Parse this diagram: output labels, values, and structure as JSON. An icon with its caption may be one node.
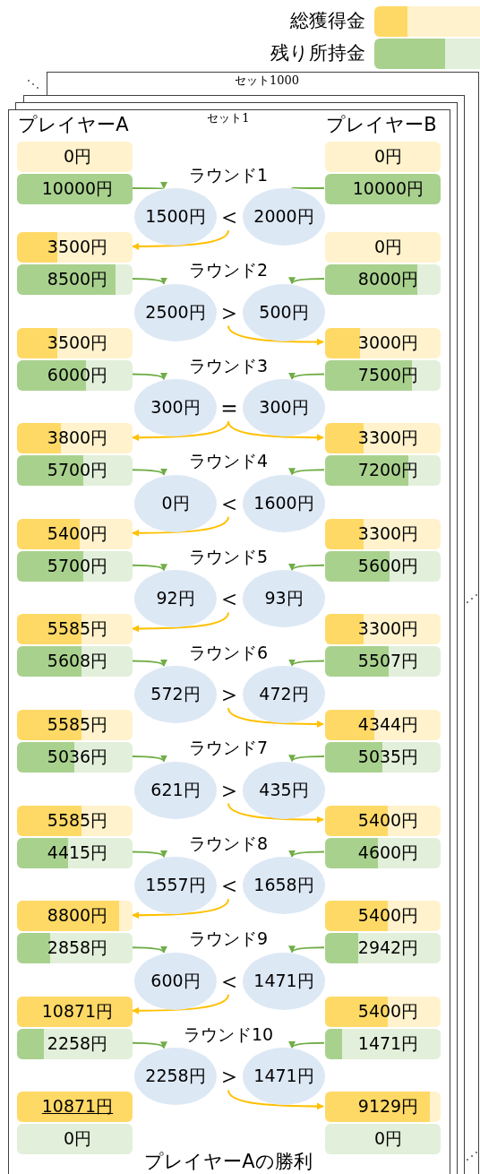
{
  "diagram": {
    "nodes": [
      {
        "text": [
          "セット1000"
        ]
      },
      {
        "text": [],
        "shape": "box"
      },
      {
        "text": [],
        "shape": "box"
      },
      {
        "text": [
          "セット1"
        ]
      },
      {
        "text": [
          "0円"
        ],
        "in": 3
      },
      {
        "text": [
          "0円"
        ],
        "in": 3
      },
      {
        "text": [
          "10000円"
        ],
        "in": 3
      },
      {
        "text": [
          "10000円"
        ],
        "in": 3
      },
      {
        "text": [
          "1500円"
        ],
        "in": 3
      },
      {
        "text": [
          "＜"
        ],
        "in": 3
      },
      {
        "text": [
          "2000円"
        ],
        "in": 3
      },
      {
        "text": [
          "3500円"
        ],
        "in": 3
      },
      {
        "text": [
          "0円"
        ],
        "in": 3
      },
      {
        "text": [
          "8500円"
        ],
        "in": 3
      },
      {
        "text": [
          "8000円"
        ],
        "in": 3
      },
      {
        "text": [
          "2500円"
        ],
        "in": 3
      },
      {
        "text": [
          "＞"
        ],
        "in": 3
      },
      {
        "text": [
          "500円"
        ],
        "in": 3
      },
      {
        "text": [
          "3500円"
        ],
        "in": 3
      },
      {
        "text": [
          "3000円"
        ],
        "in": 3
      },
      {
        "text": [
          "6000円"
        ],
        "in": 3
      },
      {
        "text": [
          "7500円"
        ],
        "in": 3
      },
      {
        "text": [
          "300円"
        ],
        "in": 3
      },
      {
        "text": [
          "＝"
        ],
        "in": 3
      },
      {
        "text": [
          "300円"
        ],
        "in": 3
      },
      {
        "text": [
          "3800円"
        ],
        "in": 3
      },
      {
        "text": [
          "3300円"
        ],
        "in": 3
      },
      {
        "text": [
          "5700円"
        ],
        "in": 3
      },
      {
        "text": [
          "7200円"
        ],
        "in": 3
      },
      {
        "text": [
          "0円"
        ],
        "in": 3
      },
      {
        "text": [
          "＜"
        ],
        "in": 3
      },
      {
        "text": [
          "1600円"
        ],
        "in": 3
      },
      {
        "text": [
          "5400円"
        ],
        "in": 3
      },
      {
        "text": [
          "3300円"
        ],
        "in": 3
      },
      {
        "text": [
          "5700円"
        ],
        "in": 3
      },
      {
        "text": [
          "5600円"
        ],
        "in": 3
      },
      {
        "text": [
          "92円"
        ],
        "in": 3
      },
      {
        "text": [
          "＜"
        ],
        "in": 3
      },
      {
        "text": [
          "93円"
        ],
        "in": 3
      },
      {
        "text": [
          "5585円"
        ],
        "in": 3
      },
      {
        "text": [
          "3300円"
        ],
        "in": 3
      },
      {
        "text": [
          "5608円"
        ],
        "in": 3
      },
      {
        "text": [
          "5507円"
        ],
        "in": 3
      },
      {
        "text": [
          "572円"
        ],
        "in": 3
      },
      {
        "text": [
          "＞"
        ],
        "in": 3
      },
      {
        "text": [
          "472円"
        ],
        "in": 3
      },
      {
        "text": [
          "5585円"
        ],
        "in": 3
      },
      {
        "text": [
          "4344円"
        ],
        "in": 3
      },
      {
        "text": [
          "5036円"
        ],
        "in": 3
      },
      {
        "text": [
          "5035円"
        ],
        "in": 3
      },
      {
        "text": [
          "621円"
        ],
        "in": 3
      },
      {
        "text": [
          "＞"
        ],
        "in": 3
      },
      {
        "text": [
          "435円"
        ],
        "in": 3
      },
      {
        "text": [
          "5585円"
        ],
        "in": 3
      },
      {
        "text": [
          "5400円"
        ],
        "in": 3
      },
      {
        "text": [
          "4415円"
        ],
        "in": 3
      },
      {
        "text": [
          "4600円"
        ],
        "in": 3
      },
      {
        "text": [
          "1557円"
        ],
        "in": 3
      },
      {
        "text": [
          "＜"
        ],
        "in": 3
      },
      {
        "text": [
          "1658円"
        ],
        "in": 3
      },
      {
        "text": [
          "8800円"
        ],
        "in": 3
      },
      {
        "text": [
          "5400円"
        ],
        "in": 3
      },
      {
        "text": [
          "2858円"
        ],
        "in": 3
      },
      {
        "text": [
          "2942円"
        ],
        "in": 3
      },
      {
        "text": [
          "600円"
        ],
        "in": 3
      },
      {
        "text": [
          "＜"
        ],
        "in": 3
      },
      {
        "text": [
          "1471円"
        ],
        "in": 3
      },
      {
        "text": [
          "10871円"
        ],
        "in": 3
      },
      {
        "text": [
          "5400円"
        ],
        "in": 3
      },
      {
        "text": [
          "2258円"
        ],
        "in": 3
      },
      {
        "text": [
          "1471円"
        ],
        "in": 3
      },
      {
        "text": [
          "2258円"
        ],
        "in": 3
      },
      {
        "text": [
          "＞"
        ],
        "in": 3
      },
      {
        "text": [
          "1471円"
        ],
        "in": 3
      },
      {
        "text": [
          "10871円"
        ],
        "in": 3
      },
      {
        "text": [
          "9129円"
        ],
        "in": 3
      },
      {
        "text": [
          "0円"
        ],
        "in": 3
      },
      {
        "text": [
          "0円"
        ],
        "in": 3
      }
    ],
    "edges": [
      {
        "from": 6,
        "to": 8,
        "arrow": "to"
      },
      {
        "from": 7,
        "to": 10,
        "arrow": "to"
      },
      {
        "from": 9,
        "to": 11,
        "arrow": "to",
        "color": "#ffc000"
      },
      {
        "from": 13,
        "to": 15,
        "arrow": "to"
      },
      {
        "from": 14,
        "to": 17,
        "arrow": "to"
      },
      {
        "from": 16,
        "to": 19,
        "arrow": "to",
        "color": "#ffc000"
      },
      {
        "from": 20,
        "to": 22,
        "arrow": "to"
      },
      {
        "from": 21,
        "to": 24,
        "arrow": "to"
      },
      {
        "from": 23,
        "to": 25,
        "arrow": "to",
        "color": "#ffc000"
      },
      {
        "from": 23,
        "to": 26,
        "arrow": "to",
        "color": "#ffc000"
      },
      {
        "from": 27,
        "to": 29,
        "arrow": "to"
      },
      {
        "from": 28,
        "to": 31,
        "arrow": "to"
      },
      {
        "from": 30,
        "to": 32,
        "arrow": "to",
        "color": "#ffc000"
      },
      {
        "from": 34,
        "to": 36,
        "arrow": "to"
      },
      {
        "from": 35,
        "to": 38,
        "arrow": "to"
      },
      {
        "from": 37,
        "to": 39,
        "arrow": "to",
        "color": "#ffc000"
      },
      {
        "from": 41,
        "to": 43,
        "arrow": "to"
      },
      {
        "from": 42,
        "to": 45,
        "arrow": "to"
      },
      {
        "from": 44,
        "to": 47,
        "arrow": "to",
        "color": "#ffc000"
      },
      {
        "from": 48,
        "to": 50,
        "arrow": "to"
      },
      {
        "from": 49,
        "to": 52,
        "arrow": "to"
      },
      {
        "from": 51,
        "to": 54,
        "arrow": "to",
        "color": "#ffc000"
      },
      {
        "from": 55,
        "to": 57,
        "arrow": "to"
      },
      {
        "from": 56,
        "to": 59,
        "arrow": "to"
      },
      {
        "from": 58,
        "to": 60,
        "arrow": "to",
        "color": "#ffc000"
      },
      {
        "from": 62,
        "to": 64,
        "arrow": "to"
      },
      {
        "from": 63,
        "to": 66,
        "arrow": "to"
      },
      {
        "from": 65,
        "to": 67,
        "arrow": "to",
        "color": "#ffc000"
      },
      {
        "from": 69,
        "to": 71,
        "arrow": "to"
      },
      {
        "from": 70,
        "to": 73,
        "arrow": "to"
      },
      {
        "from": 72,
        "to": 75,
        "arrow": "to",
        "color": "#ffc000"
      }
    ],
    "labels": [
      "プレイヤーA",
      "プレイヤーB",
      "ラウンド1",
      "ラウンド2",
      "ラウンド3",
      "ラウンド4",
      "ラウンド5",
      "ラウンド6",
      "ラウンド7",
      "ラウンド8",
      "ラウンド9",
      "ラウンド10",
      "プレイヤーAの勝利"
    ],
    "legend": [
      {
        "text": "総獲得金",
        "color": "#ffd966"
      },
      {
        "text": "残り所持金",
        "color": "#a9d18e"
      }
    ]
  }
}
